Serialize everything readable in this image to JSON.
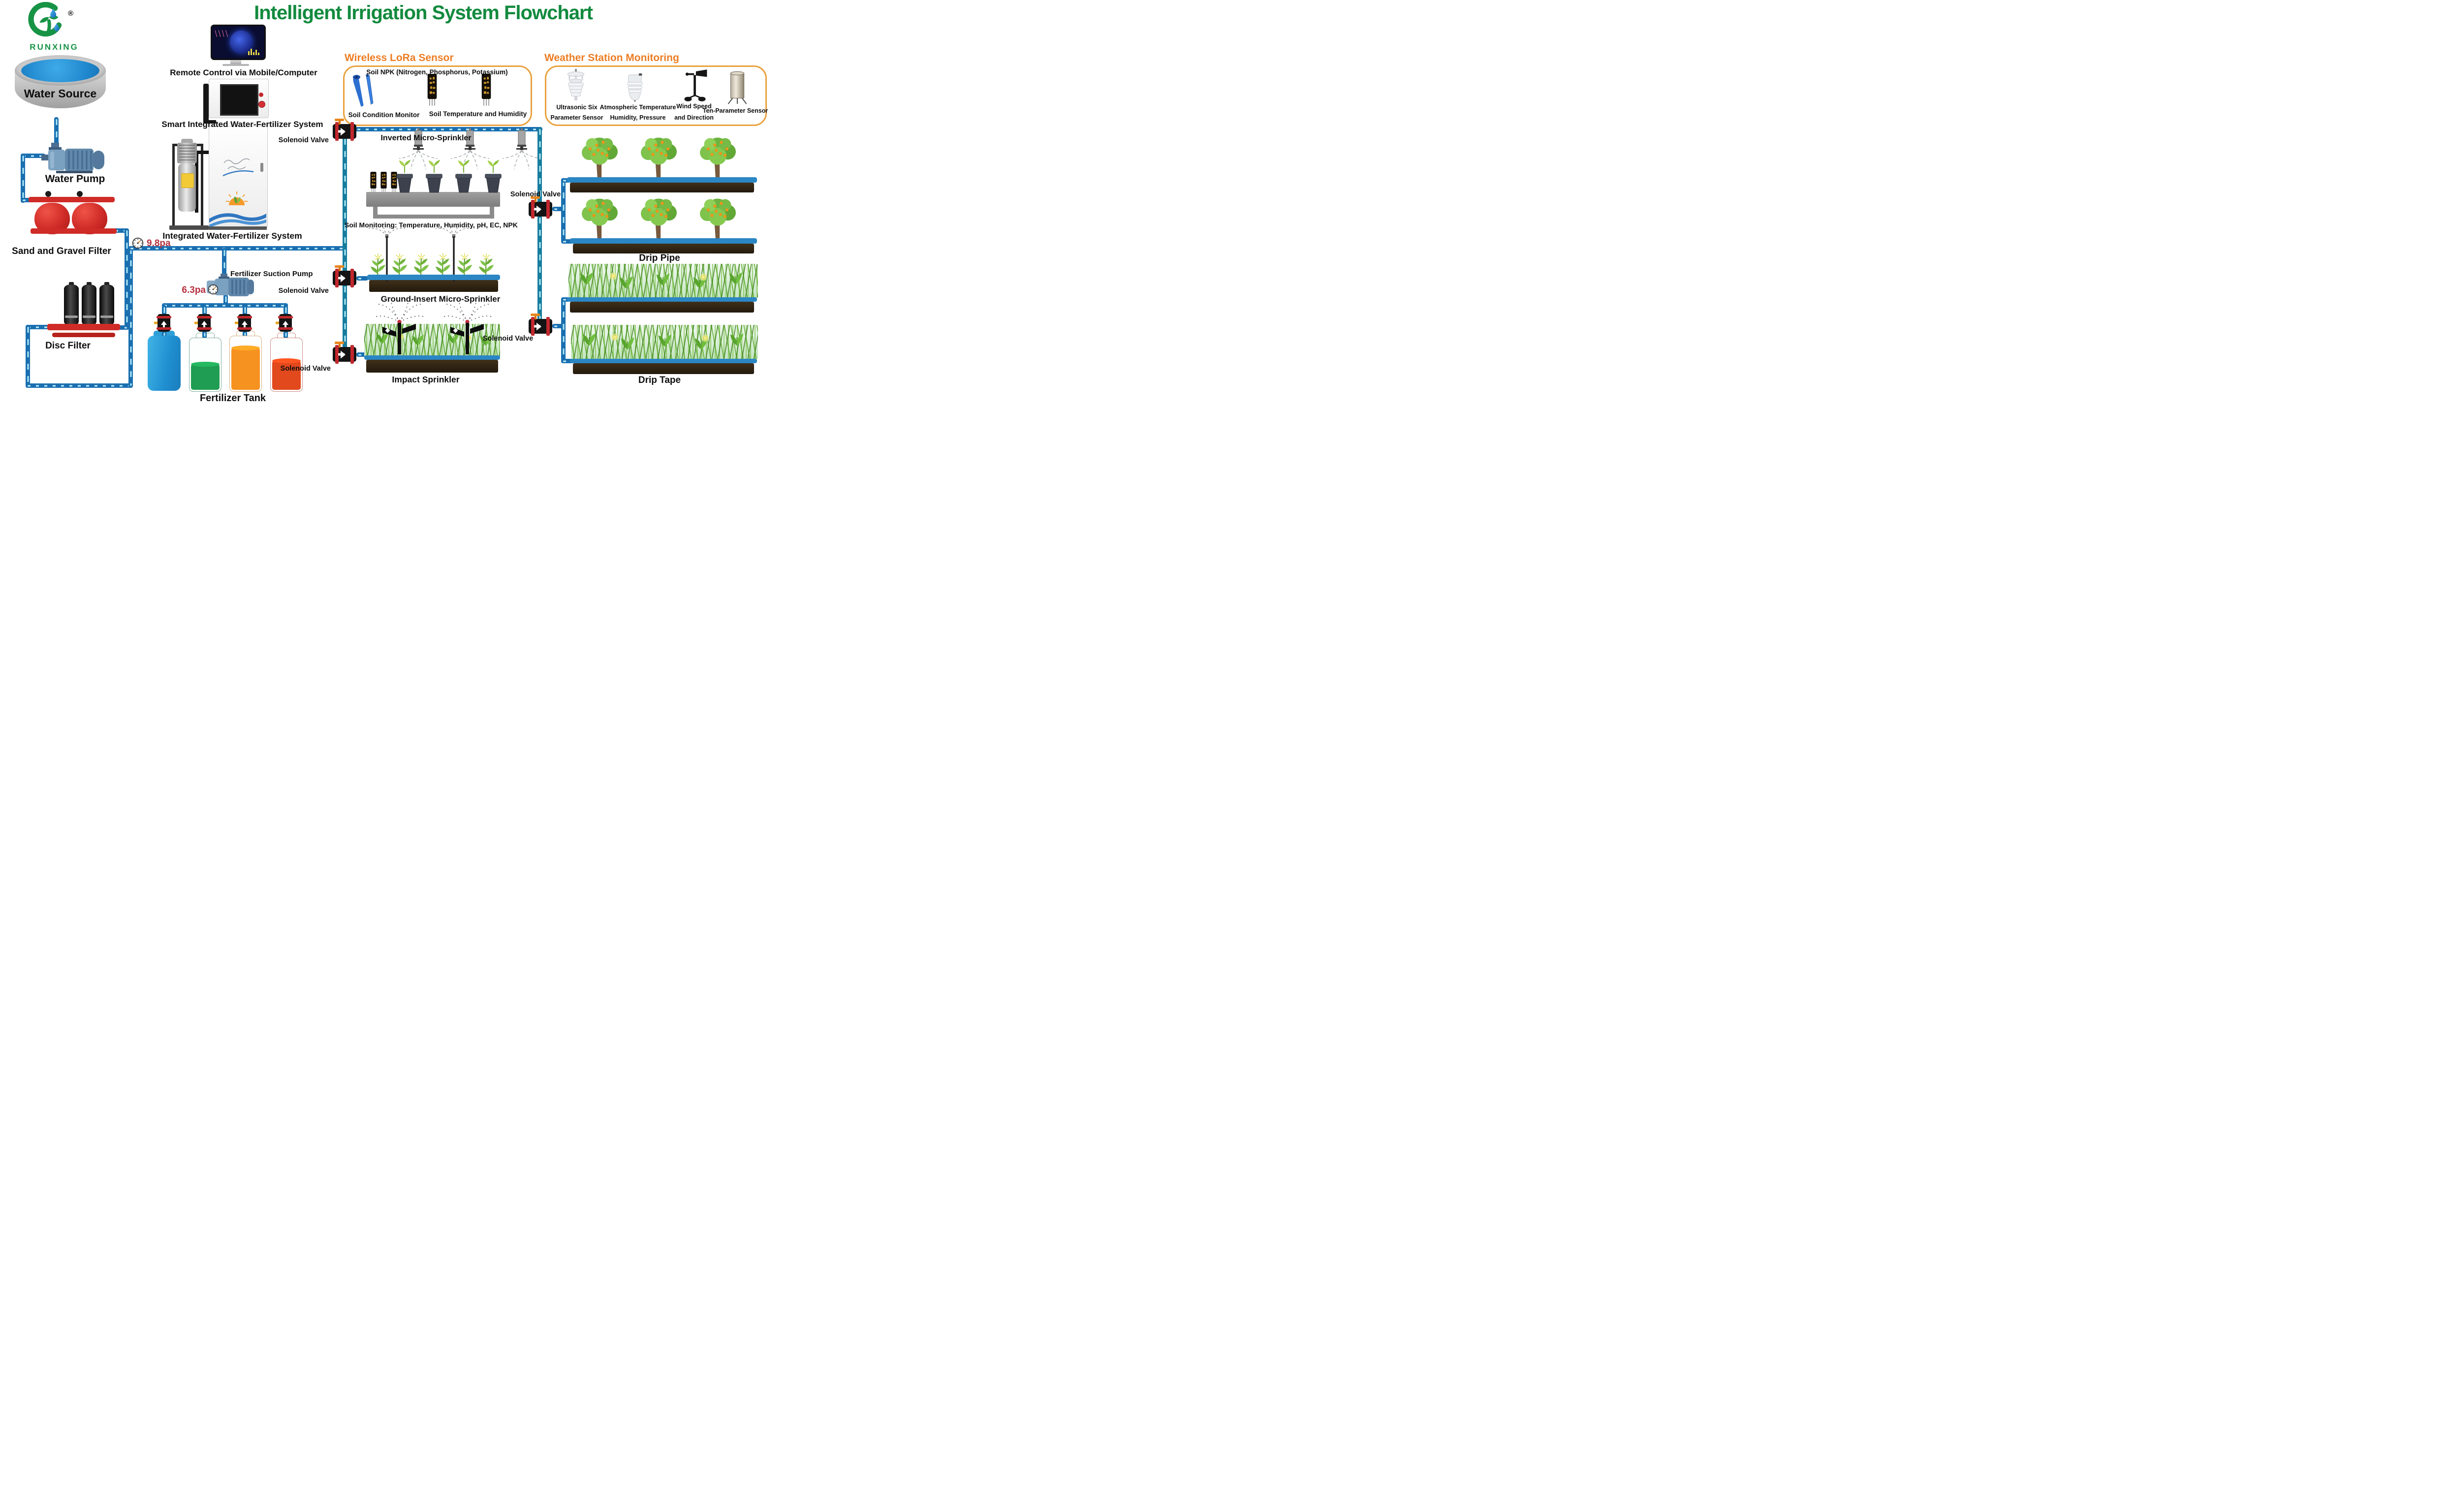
{
  "title": "Intelligent Irrigation System Flowchart",
  "logo": {
    "brand": "RUNXING",
    "registered": "®"
  },
  "stages": {
    "water_source": "Water Source",
    "water_pump": "Water Pump",
    "sand_gravel_filter": "Sand and Gravel Filter",
    "disc_filter": "Disc Filter",
    "remote_control": "Remote Control via Mobile/Computer",
    "smart_system": "Smart Integrated Water-Fertilizer System",
    "integrated_system": "Integrated Water-Fertilizer System",
    "fertilizer_suction_pump": "Fertilizer Suction Pump",
    "fertilizer_tank": "Fertilizer Tank"
  },
  "gauges": {
    "main_pressure": "9.8pa",
    "suction_pressure": "6.3pa"
  },
  "valve_label": "Solenoid Valve",
  "lora_box": {
    "title": "Wireless LoRa Sensor",
    "soil_npk": "Soil NPK (Nitrogen, Phosphorus, Potassium)",
    "soil_condition": "Soil Condition Monitor",
    "soil_temp_humidity": "Soil Temperature and Humidity"
  },
  "weather_box": {
    "title": "Weather Station Monitoring",
    "sensors": [
      {
        "line1": "Ultrasonic Six",
        "line2": "Parameter Sensor"
      },
      {
        "line1": "Atmospheric Temperature",
        "line2": "Humidity, Pressure"
      },
      {
        "line1": "Wind Speed",
        "line2": "and Direction"
      },
      {
        "line1": "Ten-Parameter Sensor",
        "line2": ""
      }
    ]
  },
  "zones": {
    "inverted_micro_sprinkler": "Inverted Micro-Sprinkler",
    "soil_monitoring": "Soil Monitoring: Temperature, Humidity, pH, EC, NPK",
    "ground_insert": "Ground-Insert Micro-Sprinkler",
    "impact_sprinkler": "Impact Sprinkler",
    "drip_pipe": "Drip Pipe",
    "drip_tape": "Drip Tape"
  },
  "colors": {
    "title_green": "#128a3e",
    "header_orange": "#ed7d23",
    "pipe_blue": "#1a6fb0",
    "gauge_red": "#b5303d"
  }
}
